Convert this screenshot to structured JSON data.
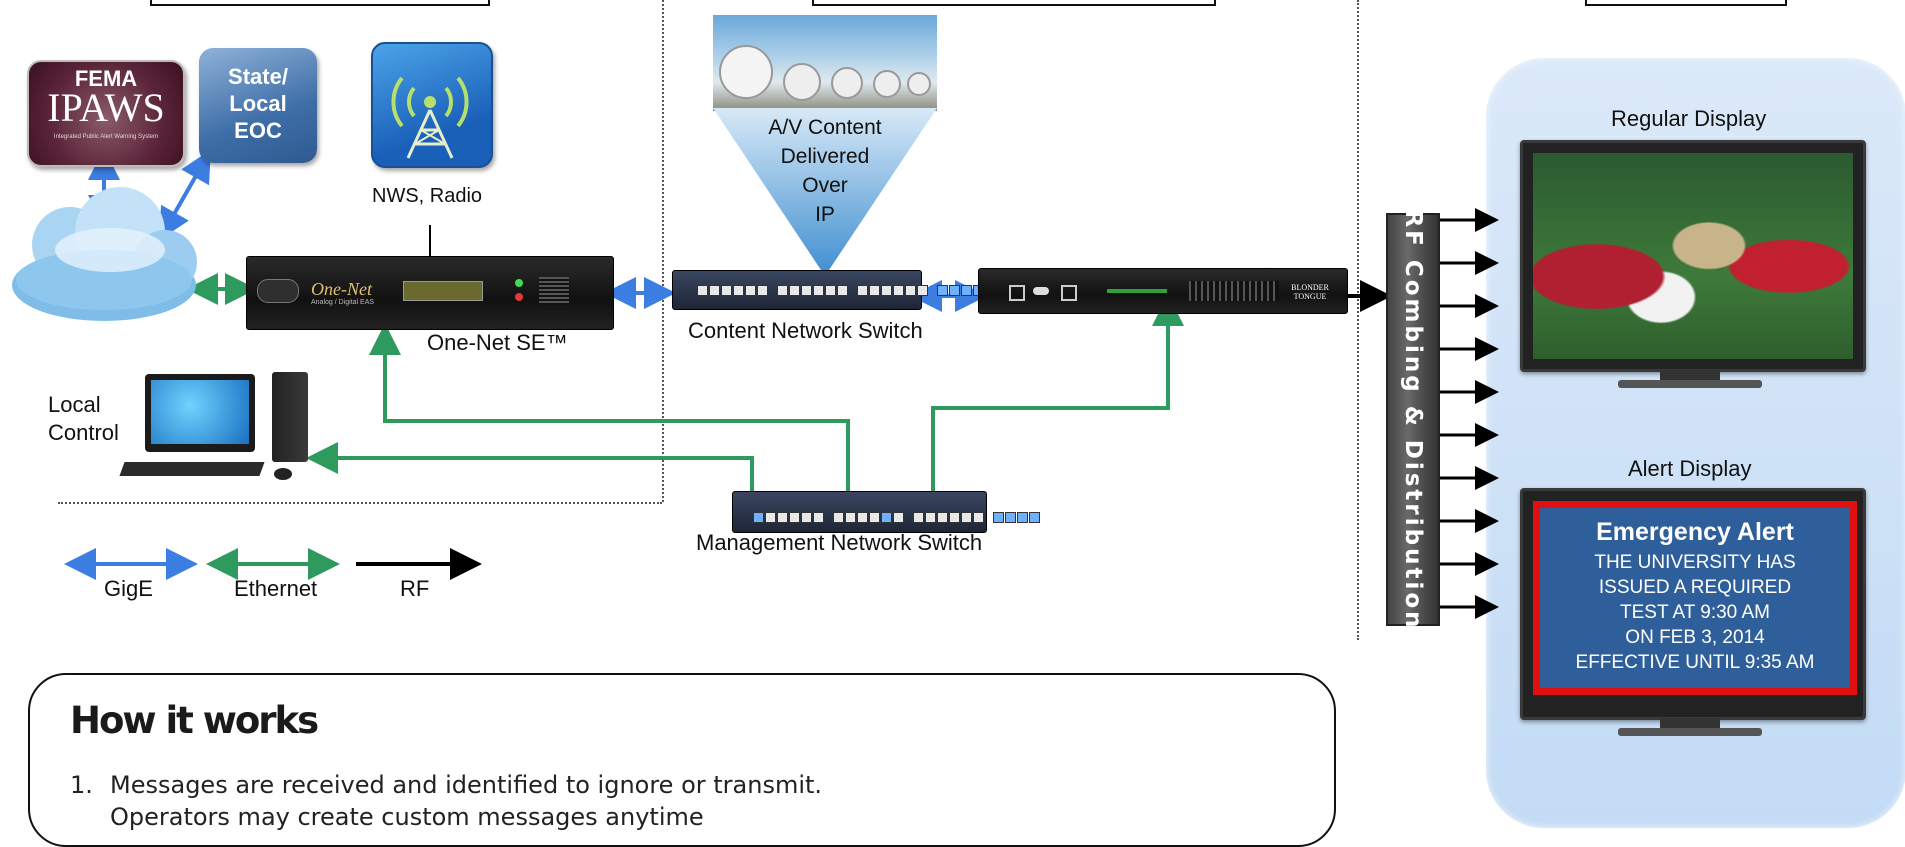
{
  "sources": {
    "fema_line1": "FEMA",
    "fema_line2": "IPAWS",
    "fema_subtitle": "Integrated Public Alert Warning System",
    "eoc_line1": "State/",
    "eoc_line2": "Local",
    "eoc_line3": "EOC",
    "nws_label": "NWS, Radio"
  },
  "devices": {
    "onenet_label": "One-Net SE™",
    "onenet_brand": "One-Net",
    "onenet_sub": "Analog / Digital EAS",
    "content_switch_label": "Content Network Switch",
    "mgmt_switch_label": "Management Network Switch",
    "bt_brand": "BLONDER TONGUE",
    "local_control_line1": "Local",
    "local_control_line2": "Control"
  },
  "content_delivery": {
    "line1": "A/V Content",
    "line2": "Delivered",
    "line3": "Over",
    "line4": "IP"
  },
  "rf_panel": {
    "label": "RF Combing & Distribution"
  },
  "displays": {
    "regular_label": "Regular Display",
    "alert_label": "Alert Display",
    "alert_title": "Emergency Alert",
    "alert_lines": [
      "THE UNIVERSITY HAS",
      "ISSUED A REQUIRED",
      "TEST AT 9:30 AM",
      "ON FEB 3, 2014",
      "EFFECTIVE UNTIL 9:35 AM"
    ]
  },
  "legend": {
    "gige": "GigE",
    "ethernet": "Ethernet",
    "rf": "RF"
  },
  "how_it_works": {
    "title": "How it works",
    "step1_num": "1.",
    "step1_text": "Messages are received and identified to ignore or transmit.",
    "step1_text_cont": "Operators may create custom messages anytime"
  },
  "colors": {
    "gige": "#3b7de0",
    "ethernet": "#2f9a5e",
    "rf": "#000000",
    "alert_border": "#e01010",
    "alert_bg": "#2f5f9a",
    "panel_bg": "#cfe2f7"
  }
}
